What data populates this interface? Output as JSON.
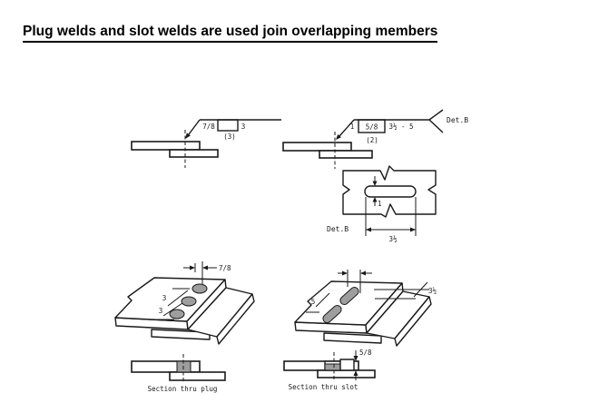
{
  "page": {
    "title": "Plug welds and slot welds are used join overlapping members"
  },
  "colors": {
    "line": "#1a1a1a",
    "weld_fill": "#9e9e9e"
  },
  "plug_weld_symbol": {
    "size": "7/8",
    "pitch": "3",
    "count": "(3)"
  },
  "slot_weld_symbol": {
    "width": "1",
    "depth_of_fill": "5/8",
    "length_pitch": "3½ - 5",
    "count": "(2)",
    "tail_note": "Det.B"
  },
  "detail_b": {
    "label": "Det.B",
    "slot_width": "1",
    "slot_length": "3½"
  },
  "plug_3d": {
    "diameter": "7/8",
    "pitch_a": "3",
    "pitch_b": "3",
    "section_label": "Section thru plug"
  },
  "slot_3d": {
    "pitch": "5",
    "slot_length": "3½",
    "fill_depth": "5/8",
    "section_label": "Section thru slot"
  }
}
